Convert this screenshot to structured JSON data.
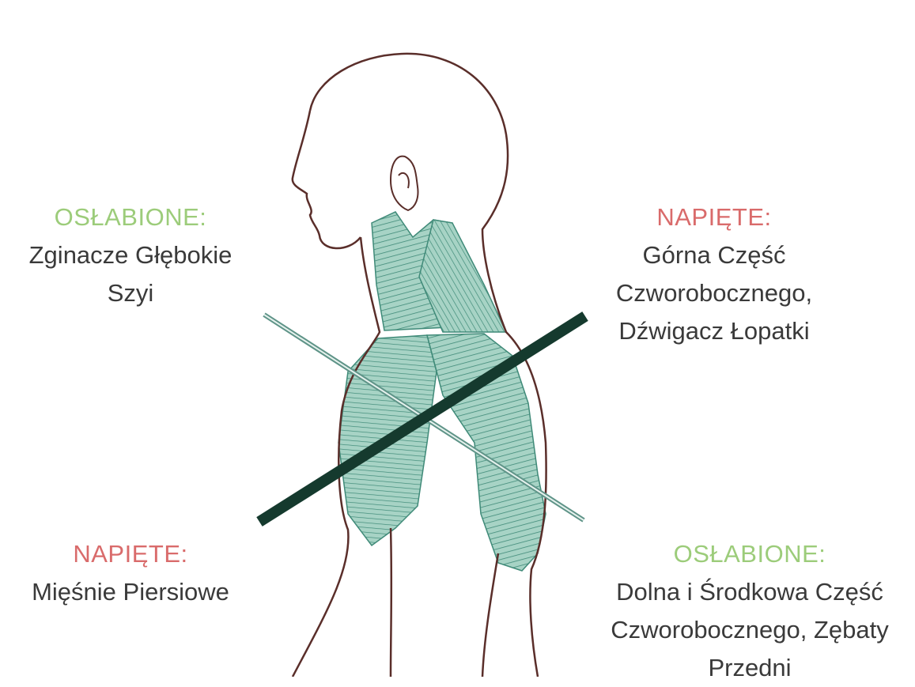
{
  "labels": {
    "top_left": {
      "status": "OSŁABIONE:",
      "muscles": "Zginacze Głębokie\nSzyi"
    },
    "top_right": {
      "status": "NAPIĘTE:",
      "muscles": "Górna Część\nCzworobocznego,\nDźwigacz Łopatki"
    },
    "bottom_left": {
      "status": "NAPIĘTE:",
      "muscles": "Mięśnie Piersiowe"
    },
    "bottom_right": {
      "status": "OSŁABIONE:",
      "muscles": "Dolna i Środkowa Część\nCzworobocznego, Zębaty\nPrzedni"
    }
  },
  "colors": {
    "weakened": "#9ccc7a",
    "tight": "#d96b6b",
    "muscle_fill": "#8fc4b4",
    "muscle_stroke": "#3f8a78",
    "outline": "#5a2e2a",
    "thick_line": "#153a2e",
    "thin_line": "#5f9488"
  },
  "icons": {
    "figure": "upper-crossed-syndrome-figure"
  }
}
